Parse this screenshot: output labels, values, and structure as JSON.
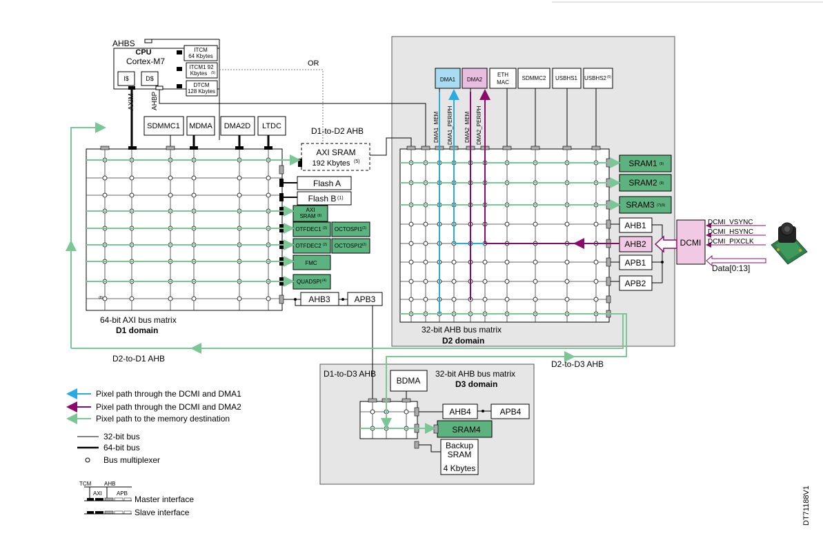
{
  "cpu": {
    "ahbs": "AHBS",
    "title": "CPU",
    "subtitle": "Cortex-M7",
    "is": "I$",
    "ds": "D$",
    "axim": "AXIM",
    "ahbp": "AHBP"
  },
  "tcm": {
    "itcm_l1": "ITCM",
    "itcm_l2": "64 Kbytes",
    "itcm1_l1": "ITCM1 92",
    "itcm1_l2": "Kbytes",
    "itcm1_sup": "(5)",
    "dtcm_l1": "DTCM",
    "dtcm_l2": "128 Kbytes",
    "or": "OR"
  },
  "d1_masters": [
    "SDMMC1",
    "MDMA",
    "DMA2D",
    "LTDC"
  ],
  "d1": {
    "matrix_label": "64-bit AXI bus matrix",
    "domain": "D1 domain",
    "note8": "(8)",
    "d1_to_d2": "D1-to-D2 AHB",
    "d2_to_d1": "D2-to-D1 AHB"
  },
  "d1_slaves": {
    "axi_sram_l1": "AXI SRAM",
    "axi_sram_l2": "192 Kbytes",
    "axi_sram_sup": "(5)",
    "flash_a": "Flash A",
    "flash_b": "Flash B",
    "flash_b_sup": "(1)",
    "axi_sram2_l1": "AXI",
    "axi_sram2_l2": "SRAM",
    "axi_sram2_sup": "(9)",
    "otfdec1": "OTFDEC1",
    "otfdec1_sup": "(3)",
    "octospi1": "OCTOSPI1",
    "octospi1_sup": "(2)",
    "otfdec2": "OTFDEC2",
    "otfdec2_sup": "(2)",
    "octospi2": "OCTOSPI2",
    "octospi2_sup": "(2)",
    "fmc": "FMC",
    "quadspi": "QUADSPI",
    "quadspi_sup": "(4)",
    "ahb3": "AHB3",
    "apb3": "APB3"
  },
  "d2_masters": {
    "dma1": "DMA1",
    "dma2": "DMA2",
    "eth_l1": "ETH",
    "eth_l2": "MAC",
    "sdmmc2": "SDMMC2",
    "usbhs1": "USBHS1",
    "usbhs2": "USBHS2",
    "usbhs2_sup": "(6)"
  },
  "d2_bus_labels": [
    "DMA1_MEM",
    "DMA1_PERIPH",
    "DMA2_MEM",
    "DMA2_PERIPH"
  ],
  "d2_slaves": {
    "sram1": "SRAM1",
    "sram1_sup": "(9)",
    "sram2": "SRAM2",
    "sram2_sup": "(9)",
    "sram3": "SRAM3",
    "sram3_sup": "(7)(9)",
    "ahb1": "AHB1",
    "ahb2": "AHB2",
    "apb1": "APB1",
    "apb2": "APB2"
  },
  "d2": {
    "matrix_label": "32-bit AHB bus matrix",
    "domain": "D2 domain",
    "d2_to_d3": "D2-to-D3 AHB"
  },
  "dcmi": {
    "label": "DCMI",
    "vsync": "DCMI_VSYNC",
    "hsync": "DCMI_HSYNC",
    "pixclk": "DCMI_PIXCLK",
    "data": "Data[0:13]"
  },
  "d3": {
    "d1_to_d3": "D1-to-D3 AHB",
    "bdma": "BDMA",
    "matrix_label": "32-bit AHB bus matrix",
    "domain": "D3 domain",
    "ahb4": "AHB4",
    "apb4": "APB4",
    "sram4": "SRAM4",
    "backup_l1": "Backup",
    "backup_l2": "SRAM",
    "backup_l3": "4 Kbytes"
  },
  "legend": {
    "dma1_path": "Pixel path through the DCMI and DMA1",
    "dma2_path": "Pixel path through the DCMI and DMA2",
    "mem_path": "Pixel path to the memory destination",
    "bus32": "32-bit bus",
    "bus64": "64-bit bus",
    "mux": "Bus multiplexer",
    "tcm": "TCM",
    "ahb": "AHB",
    "axi": "AXI",
    "apb": "APB",
    "master": "Master interface",
    "slave": "Slave interface"
  },
  "doc_id": "DT71188V1",
  "colors": {
    "blue": "#29abe2",
    "purple": "#8b0a6b",
    "green": "#7ac795",
    "green_fill": "#5cb37f",
    "pink": "#f2c9e4",
    "dma1_fill": "#a9dbf2",
    "dma2_fill": "#e9bde0",
    "domain_grey": "#e6e6e6"
  }
}
